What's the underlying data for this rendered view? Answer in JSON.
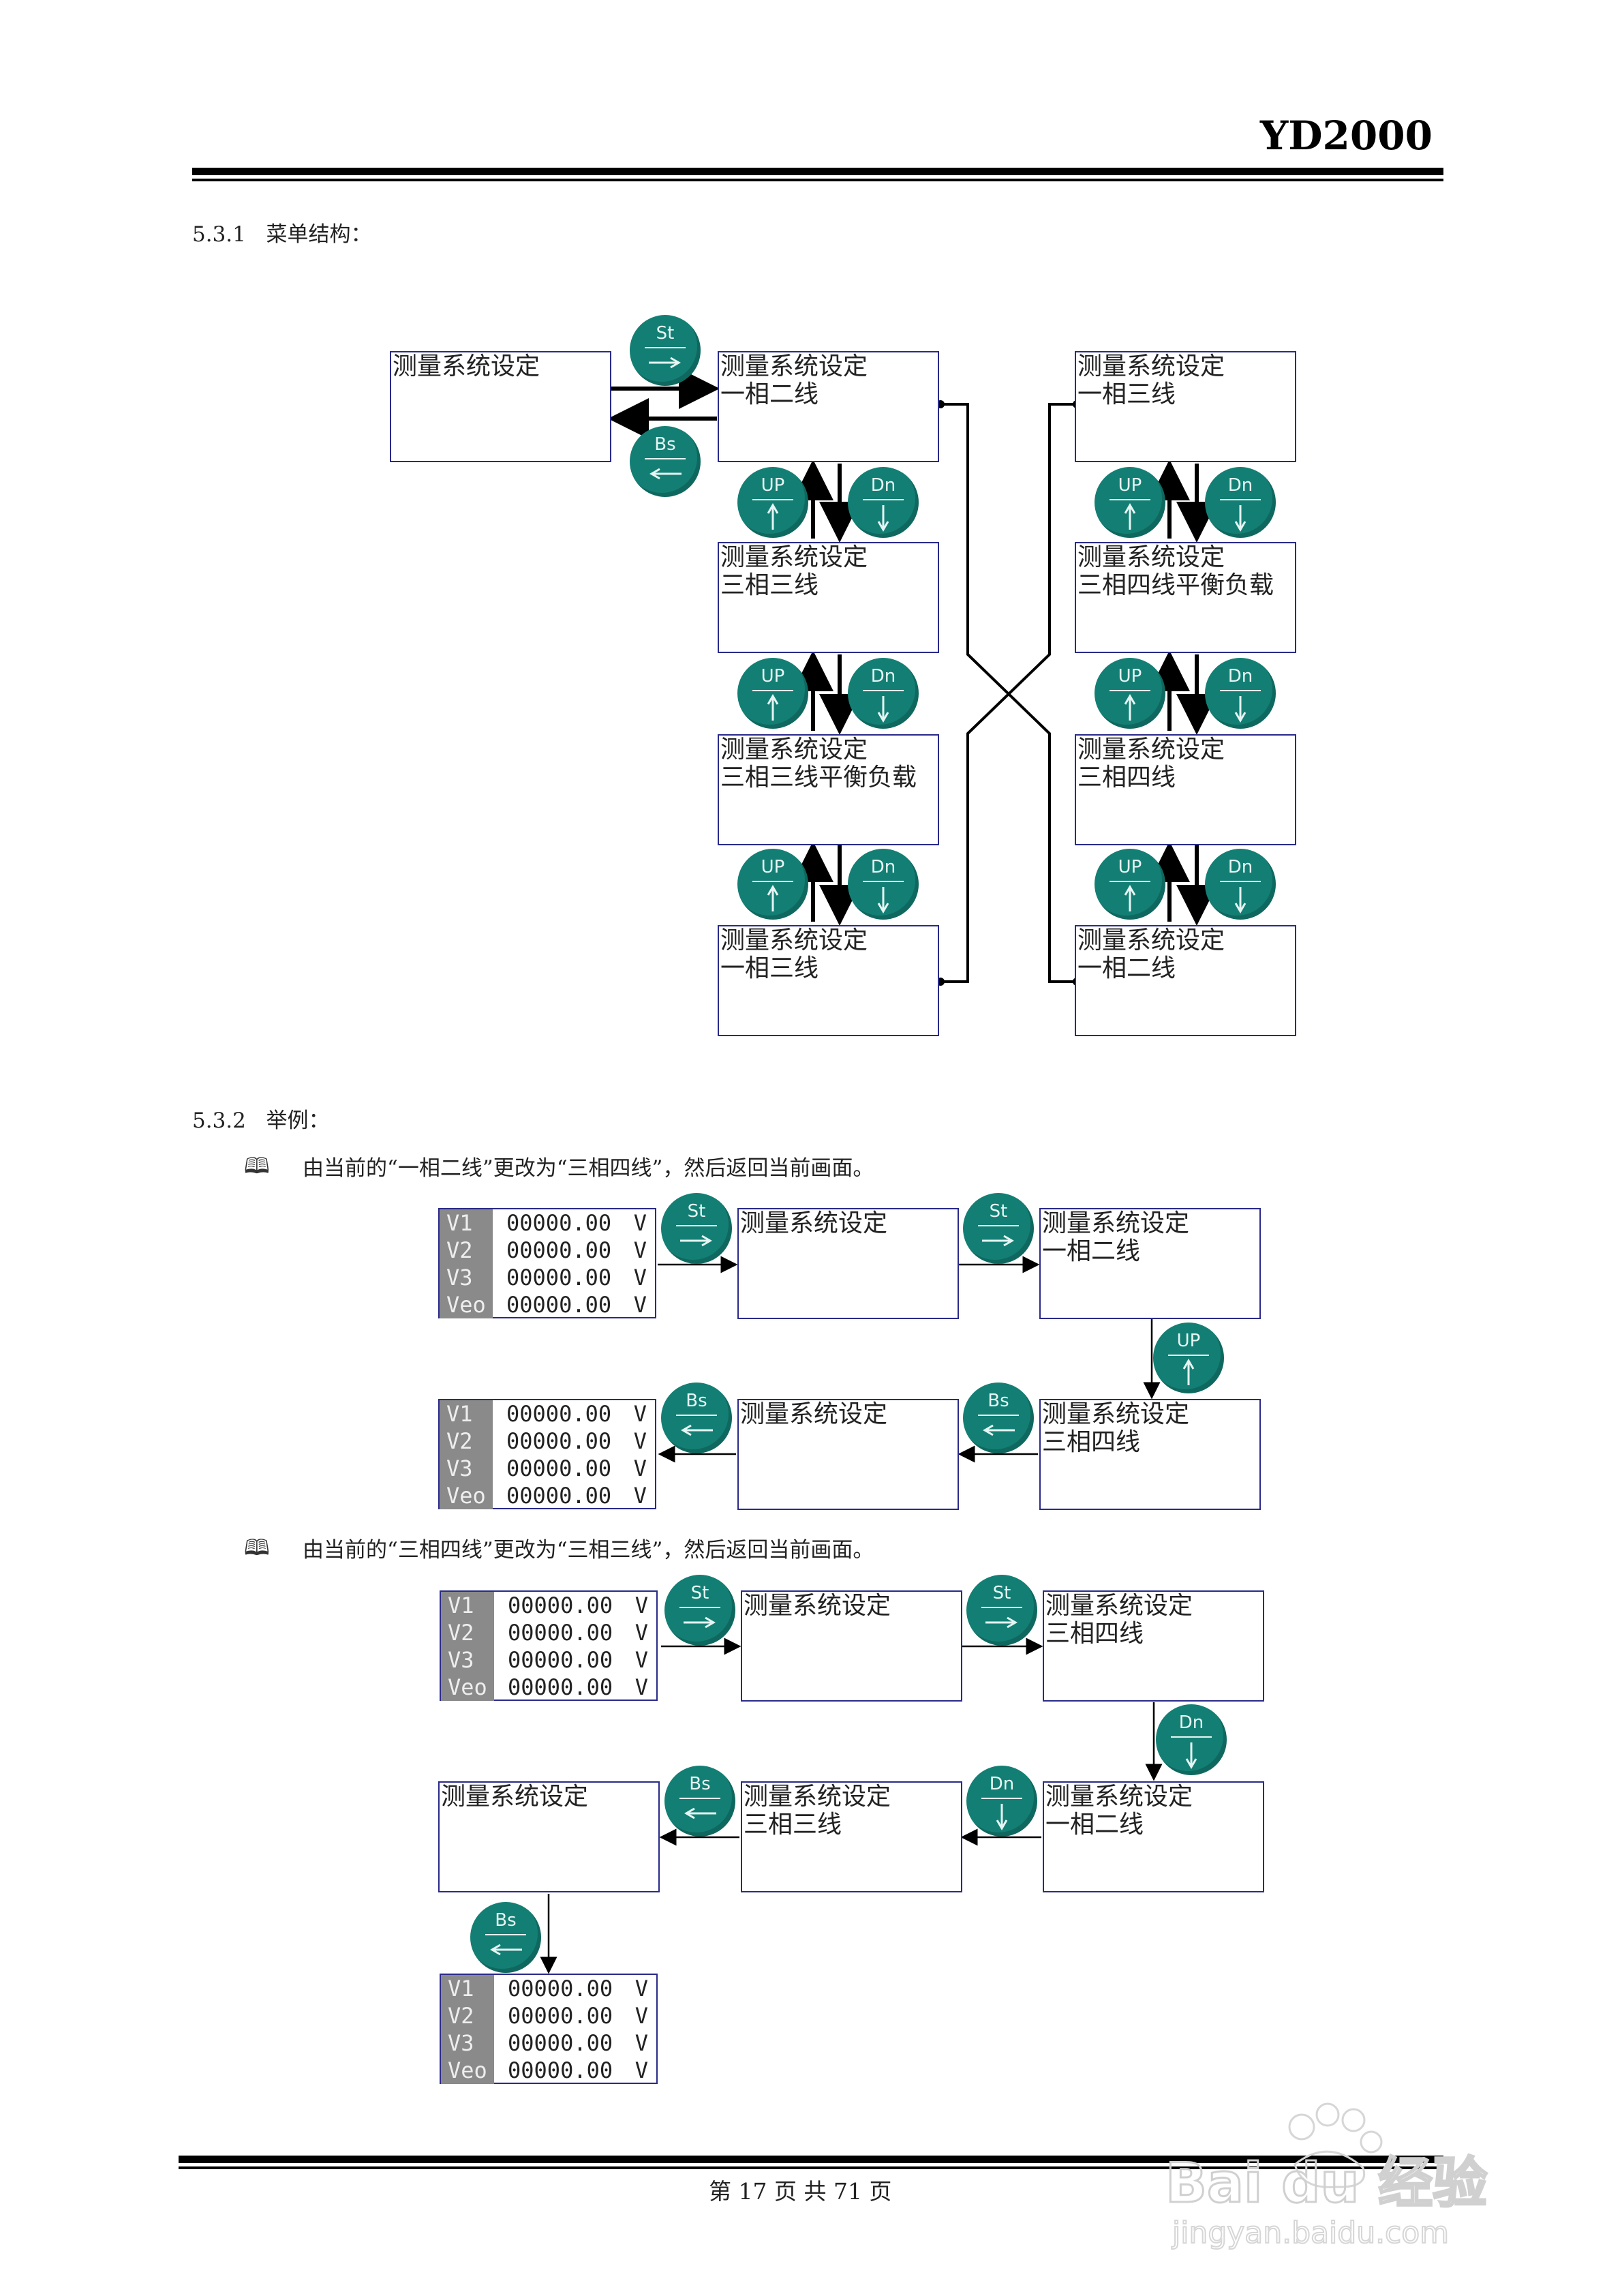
{
  "header": {
    "title": "YD2000"
  },
  "section_531": {
    "number": "5.3.1",
    "title": "菜单结构："
  },
  "section_532": {
    "number": "5.3.2",
    "title": "举例："
  },
  "example1": {
    "text": "由当前的“一相二线”更改为“三相四线”，然后返回当前画面。"
  },
  "example2": {
    "text": "由当前的“三相四线”更改为“三相三线”，然后返回当前画面。"
  },
  "menu": {
    "root": "测量系统设定",
    "items": {
      "p1w2": "一相二线",
      "p3w3": "三相三线",
      "p3w3b": "三相三线平衡负载",
      "p1w3": "一相三线",
      "p3w4b": "三相四线平衡负载",
      "p3w4": "三相四线"
    }
  },
  "keys": {
    "st": "St",
    "bs": "Bs",
    "up": "UP",
    "dn": "Dn"
  },
  "display": {
    "rows": [
      {
        "label": "V1",
        "value": "00000.00",
        "unit": "V"
      },
      {
        "label": "V2",
        "value": "00000.00",
        "unit": "V"
      },
      {
        "label": "V3",
        "value": "00000.00",
        "unit": "V"
      },
      {
        "label": "Veo",
        "value": "00000.00",
        "unit": "V"
      }
    ]
  },
  "footer": {
    "text": "第 17 页 共 71 页"
  },
  "watermark": {
    "brand": "Bai du 经验",
    "url": "jingyan.baidu.com"
  },
  "colors": {
    "button": "#137f74",
    "box_border": "#2a2a8a",
    "label_bg": "#8a8a8a"
  }
}
